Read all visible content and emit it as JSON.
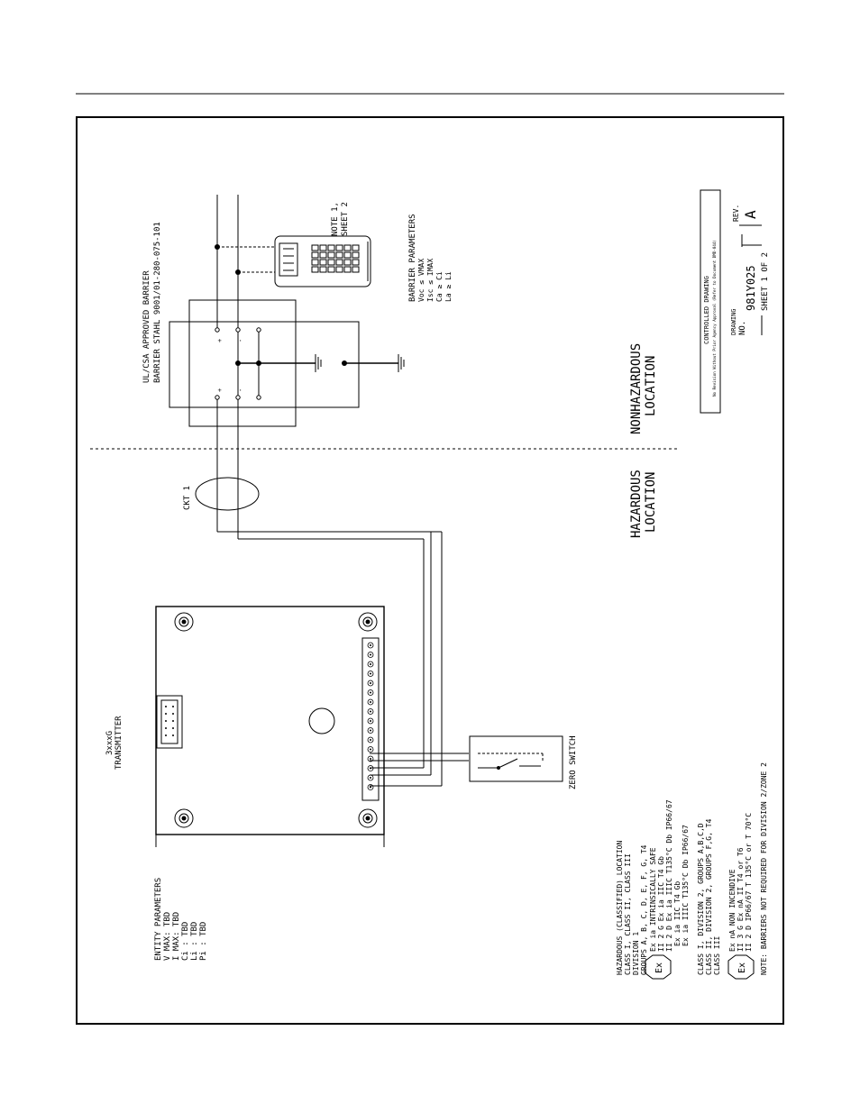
{
  "barrier": {
    "title_line1": "UL/CSA APPROVED BARRIER",
    "title_line2": "BARRIER STAHL 9001/01-280-075-101",
    "plus_sign": "+",
    "minus_sign": "-"
  },
  "handheld": {
    "note_line1": "NOTE 1,",
    "note_line2": "SHEET 2"
  },
  "barrier_parameters": {
    "title": "BARRIER PARAMETERS",
    "lines": [
      "Voc ≤ VMAX",
      "Isc ≤ IMAX",
      "Ca ≥ Ci",
      "La ≥ Li"
    ]
  },
  "title_block": {
    "controlled": "CONTROLLED DRAWING",
    "no_revision": "No Revision Without Prior Agency Approval (Refer to Document DMD-044)",
    "drawing_label_1": "DRAWING",
    "drawing_label_2": "NO.",
    "drawing_number": "981Y025",
    "sheet": "SHEET 1 OF 2",
    "rev_label": "REV.",
    "rev_value": "A"
  },
  "locations": {
    "nonhazardous_1": "NONHAZARDOUS",
    "nonhazardous_2": "LOCATION",
    "hazardous_1": "HAZARDOUS",
    "hazardous_2": "LOCATION"
  },
  "circuit": {
    "label": "CKT 1"
  },
  "transmitter": {
    "name_line1": "3xxxG",
    "name_line2": "TRANSMITTER"
  },
  "zero_switch": {
    "label": "ZERO SWITCH"
  },
  "entity_parameters": {
    "title": "ENTITY PARAMETERS",
    "lines": [
      "V MAX: TBD",
      "I MAX: TBD",
      "Ci : TBD",
      "Li : TBD",
      "Pi : TBD"
    ]
  },
  "approvals": {
    "hazardous_block": [
      "HAZARDOUS (CLASSIFIED) LOCATION",
      "CLASS I, CLASS II, CLASS III",
      "DIVISION 1",
      "GROUPS A, B, C, D, E, F, G, T4"
    ],
    "ex_ia_title": "Ex ia INTRINSICALLY SAFE",
    "ex_ia_lines": [
      "II 2 G Ex ia IIC T4 Gb",
      "II 2 D Ex ia IIIC T135°C Db IP66/67",
      "Ex ia IIC T4 Gb",
      "Ex ia IIIC T135°C Db IP66/67"
    ],
    "division2_block": [
      "CLASS I, DIVISION 2, GROUPS A,B,C,D",
      "CLASS II, DIVISION 2, GROUPS F,G, T4",
      "CLASS III"
    ],
    "ex_na_title": "Ex nA NON INCENDIVE",
    "ex_na_lines": [
      "II 3 G Ex nA II T4 or T6",
      "II 2 D IP66/67 T 135°C or T 70°C"
    ],
    "ex_symbol": "Ex",
    "note": "NOTE: BARRIERS NOT REQUIRED FOR DIVISION 2/ZONE 2"
  }
}
